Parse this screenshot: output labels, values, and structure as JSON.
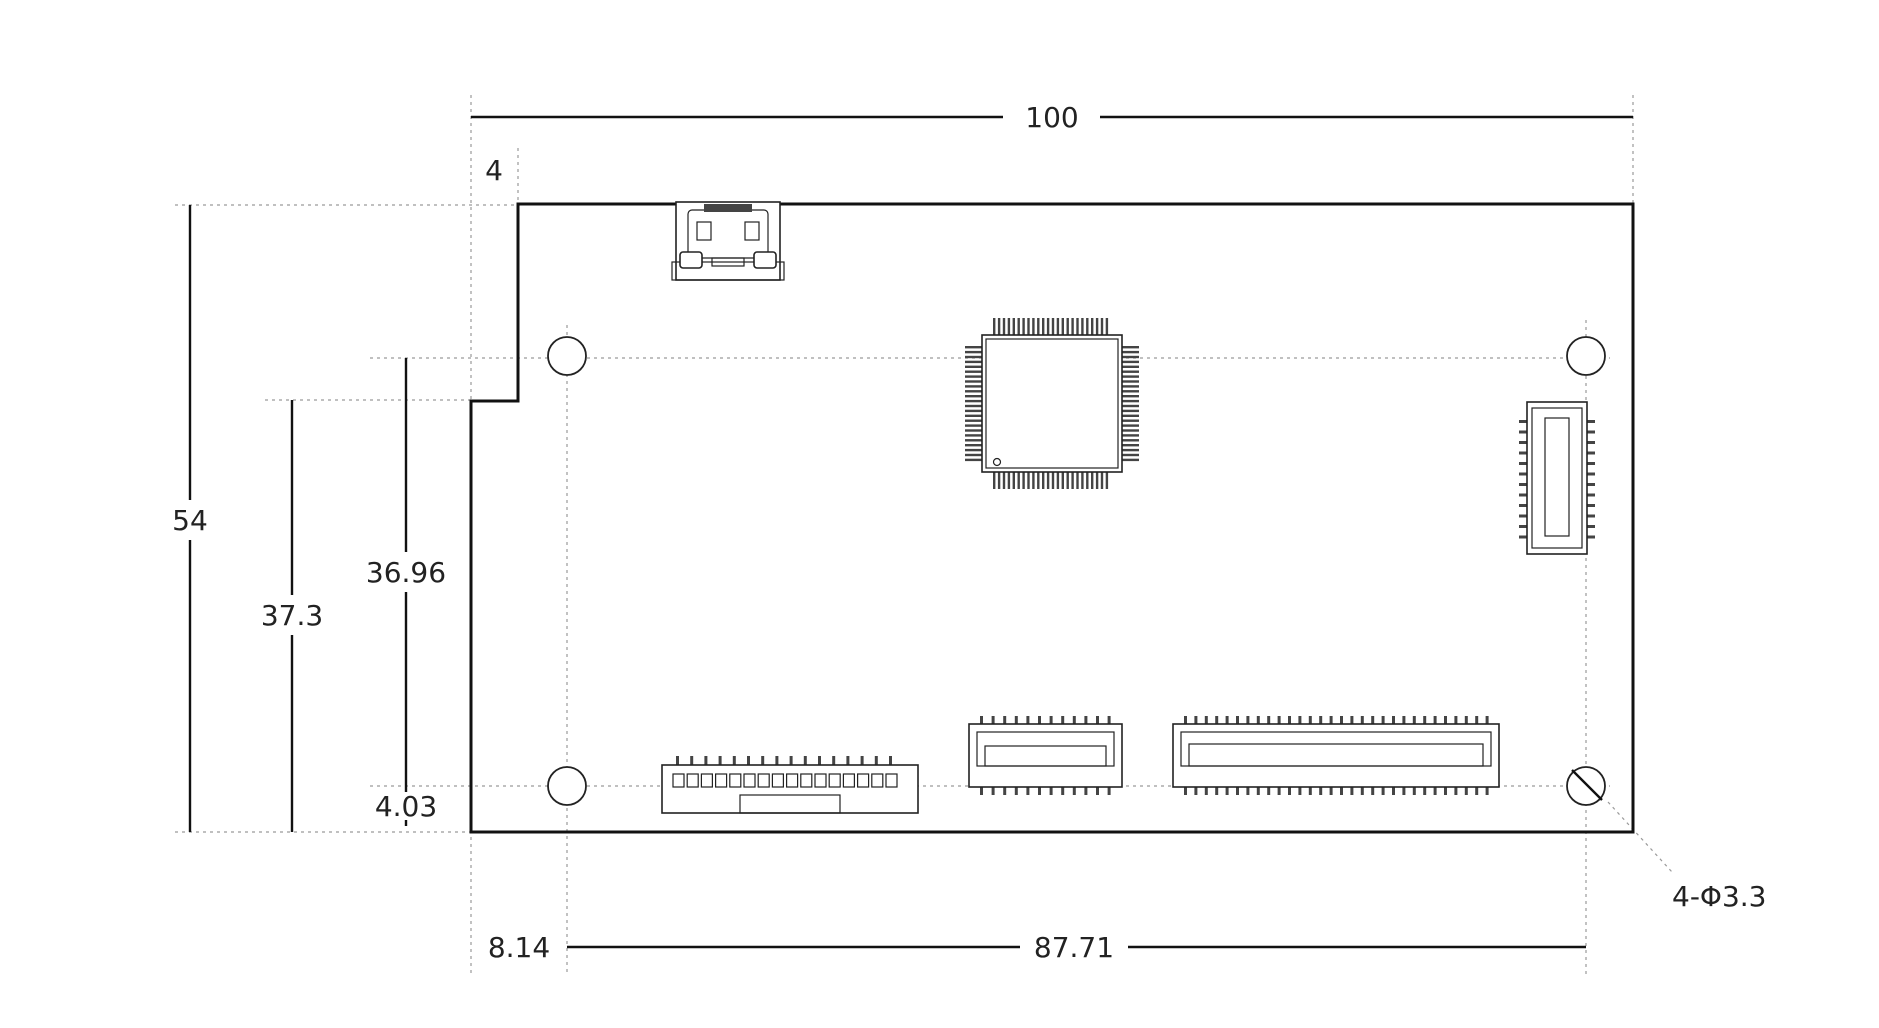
{
  "drawing": {
    "units": "mm",
    "dimensions": {
      "overall_width": "100",
      "notch_width": "4",
      "overall_height": "54",
      "notch_height": "37.3",
      "hole_vertical_spacing": "36.96",
      "hole_bottom_offset": "4.03",
      "hole_left_offset": "8.14",
      "hole_horizontal_spacing": "87.71",
      "hole_callout": "4-Φ3.3"
    }
  }
}
